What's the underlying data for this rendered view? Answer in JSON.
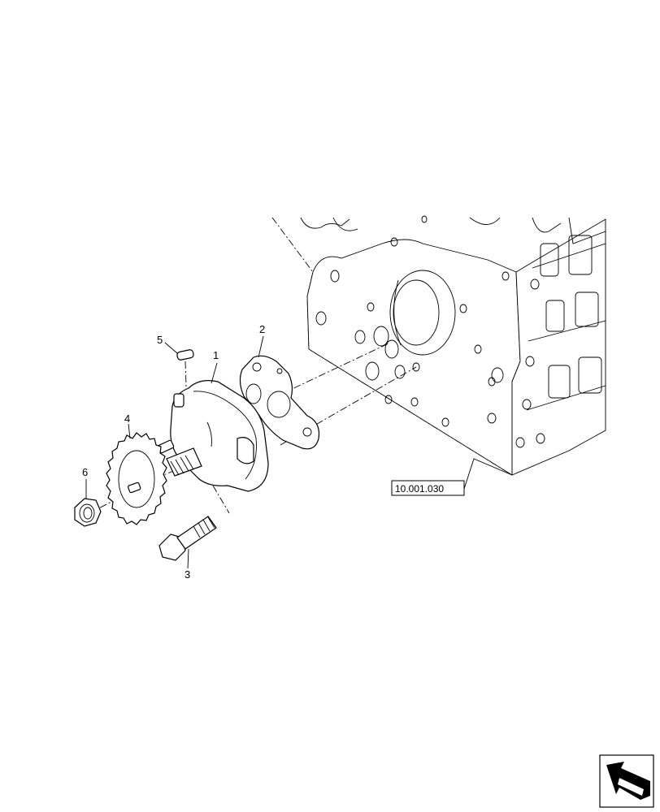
{
  "callouts": {
    "c1": "1",
    "c2": "2",
    "c3": "3",
    "c4": "4",
    "c5": "5",
    "c6": "6"
  },
  "reference_label": "10.001.030",
  "icons": {
    "navigation": "back-arrow-icon"
  }
}
